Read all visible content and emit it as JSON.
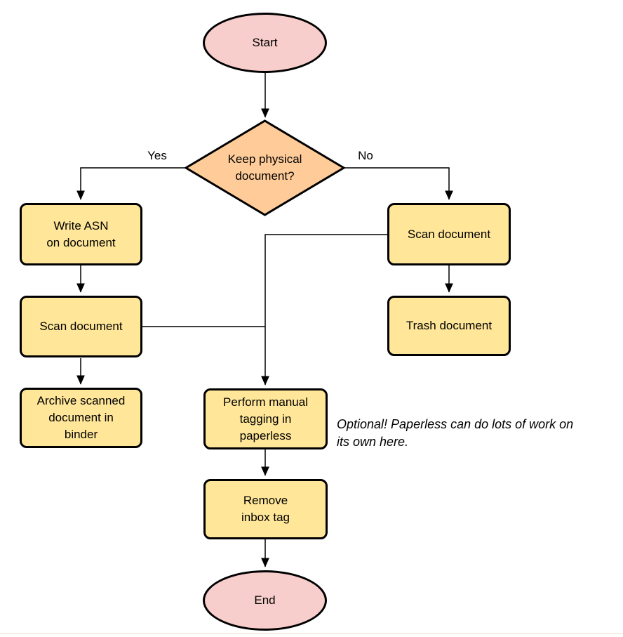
{
  "diagram": {
    "type": "flowchart",
    "nodes": {
      "start": {
        "label": "Start",
        "shape": "ellipse",
        "fill": "#F8CECC"
      },
      "decision": {
        "label": "Keep physical\ndocument?",
        "shape": "diamond",
        "fill": "#FFCC99"
      },
      "write_asn": {
        "label": "Write ASN\non document",
        "shape": "process",
        "fill": "#FFE699"
      },
      "scan_left": {
        "label": "Scan document",
        "shape": "process",
        "fill": "#FFE699"
      },
      "archive": {
        "label": "Archive scanned\ndocument in\nbinder",
        "shape": "process",
        "fill": "#FFE699"
      },
      "scan_right": {
        "label": "Scan document",
        "shape": "process",
        "fill": "#FFE699"
      },
      "trash": {
        "label": "Trash document",
        "shape": "process",
        "fill": "#FFE699"
      },
      "tagging": {
        "label": "Perform manual\ntagging in\npaperless",
        "shape": "process",
        "fill": "#FFE699"
      },
      "remove_inbox": {
        "label": "Remove\ninbox tag",
        "shape": "process",
        "fill": "#FFE699"
      },
      "end": {
        "label": "End",
        "shape": "ellipse",
        "fill": "#F8CECC"
      }
    },
    "edge_labels": {
      "yes": "Yes",
      "no": "No"
    },
    "annotation": {
      "text": "Optional! Paperless can do lots of work on\nits own here."
    },
    "colors": {
      "terminal_fill": "#F8CECC",
      "decision_fill": "#FFCC99",
      "process_fill": "#FFE699",
      "stroke": "#000000",
      "background": "#ffffff"
    }
  }
}
